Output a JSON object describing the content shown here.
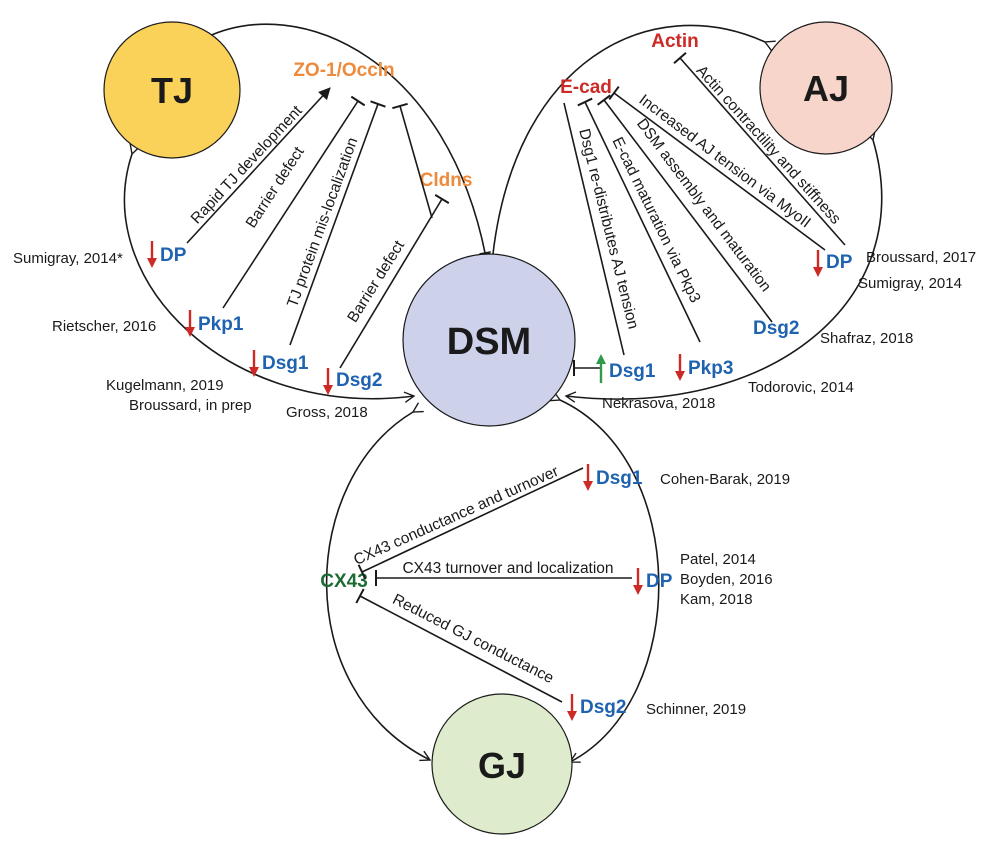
{
  "colors": {
    "tj_fill": "#fad25a",
    "aj_fill": "#f8d5cb",
    "dsm_fill": "#cdd2ea",
    "gj_fill": "#deeccd",
    "desmosomal_protein": "#1f63b0",
    "tj_protein": "#ee8a3c",
    "aj_protein": "#cc2a26",
    "gj_protein": "#1d6b35",
    "arrow_down": "#cc2a26",
    "arrow_up": "#2e9a4a",
    "line": "#1a1a1a"
  },
  "nodes": {
    "tj": "TJ",
    "aj": "AJ",
    "dsm": "DSM",
    "gj": "GJ"
  },
  "targets": {
    "zo1": "ZO-1/Occln",
    "cldns": "Cldns",
    "actin": "Actin",
    "ecad": "E-cad",
    "cx43": "CX43"
  },
  "proteins": {
    "tj_dp": "DP",
    "tj_pkp1": "Pkp1",
    "tj_dsg1": "Dsg1",
    "tj_dsg2": "Dsg2",
    "aj_dp": "DP",
    "aj_dsg2": "Dsg2",
    "aj_dsg1": "Dsg1",
    "aj_pkp3": "Pkp3",
    "gj_dsg1": "Dsg1",
    "gj_dp": "DP",
    "gj_dsg2": "Dsg2"
  },
  "edges": {
    "rapid_tj": "Rapid TJ development",
    "barrier_pkp1": "Barrier defect",
    "tj_mislocal": "TJ protein mis-localization",
    "barrier_dsg2": "Barrier defect",
    "actin_contract": "Actin contractility and stiffness",
    "aj_tension": "Increased AJ tension via MyoII",
    "dsm_assembly": "DSM assembly and maturation",
    "ecad_maturation": "E-cad maturation via Pkp3",
    "dsg1_redistrib": "Dsg1 re-distributes  AJ tension",
    "cx43_cond": "CX43 conductance and turnover",
    "cx43_turn": "CX43 turnover and localization",
    "reduced_gj": "Reduced GJ conductance"
  },
  "refs": {
    "sumigray_star": "Sumigray, 2014*",
    "rietscher": "Rietscher, 2016",
    "kugelmann": "Kugelmann, 2019",
    "broussard_prep": "Broussard, in prep",
    "gross": "Gross, 2018",
    "broussard_2017": "Broussard, 2017",
    "sumigray_2014": "Sumigray, 2014",
    "shafraz": "Shafraz, 2018",
    "todorovic": "Todorovic, 2014",
    "nekrasova": "Nekrasova, 2018",
    "cohen_barak": "Cohen-Barak, 2019",
    "patel": "Patel, 2014",
    "boyden": "Boyden, 2016",
    "kam": "Kam, 2018",
    "schinner": "Schinner, 2019"
  }
}
